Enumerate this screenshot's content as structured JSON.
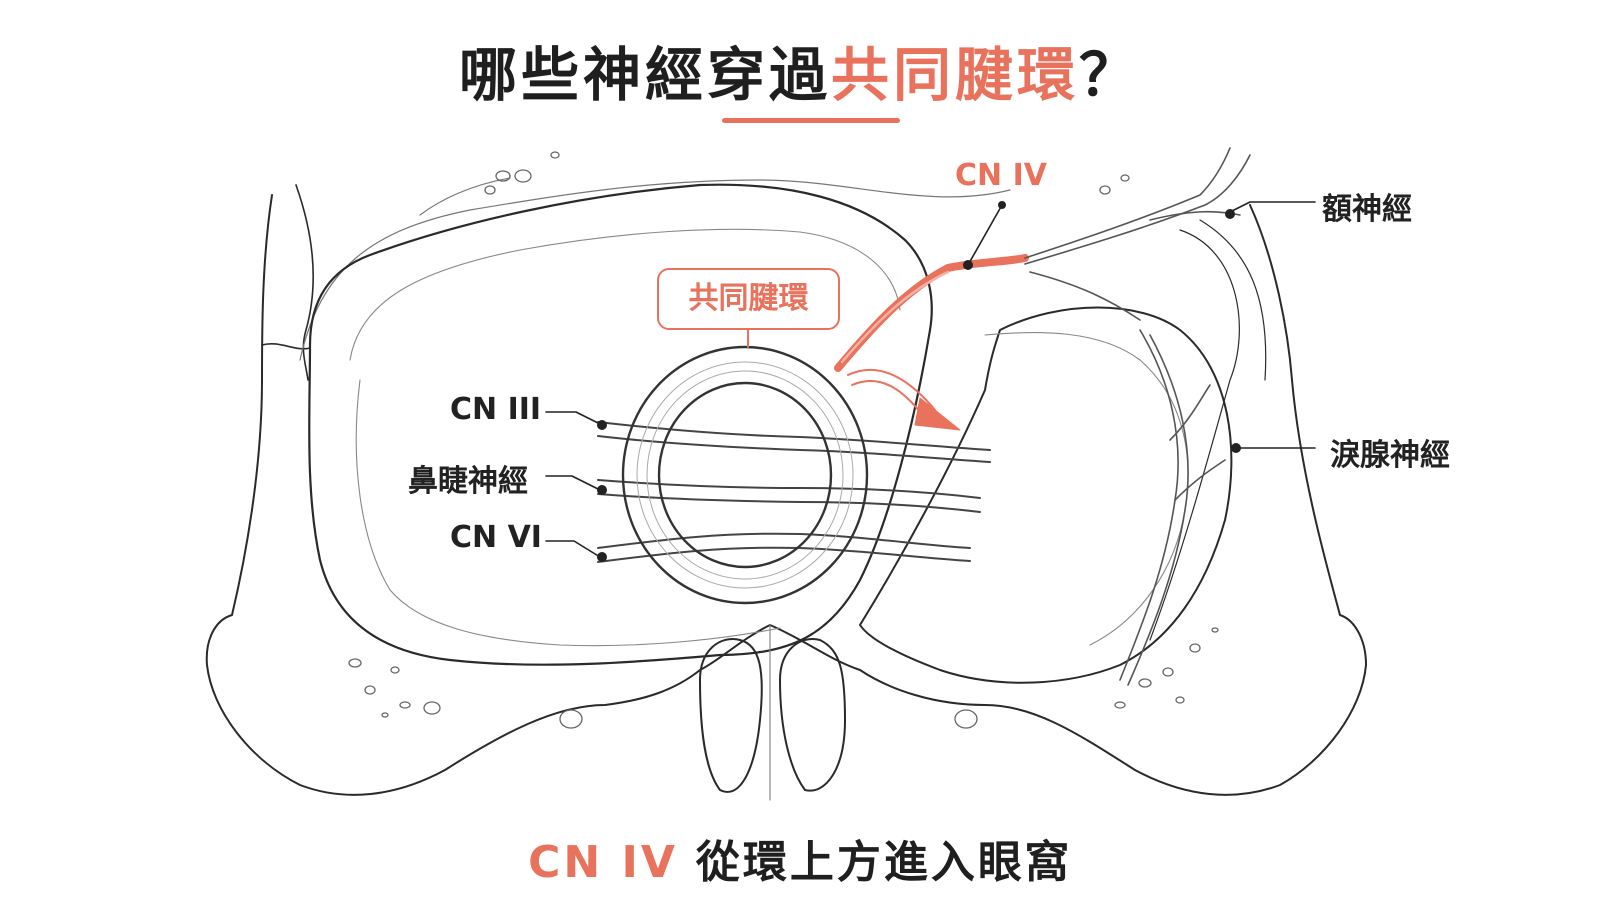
{
  "title": {
    "main": "哪些神經穿過",
    "highlight": "共同腱環",
    "end": "？"
  },
  "labels": {
    "ring": "共同腱環",
    "cn4": "CN IV",
    "cn3": "CN III",
    "nasociliary": "鼻睫神經",
    "cn6": "CN VI",
    "frontal": "額神經",
    "lacrimal": "淚腺神經"
  },
  "caption": {
    "highlight": "CN IV",
    "text": "從環上方進入眼窩"
  },
  "colors": {
    "accent": "#e8725c",
    "line": "#2a2a2a",
    "text": "#1f1f1f"
  }
}
